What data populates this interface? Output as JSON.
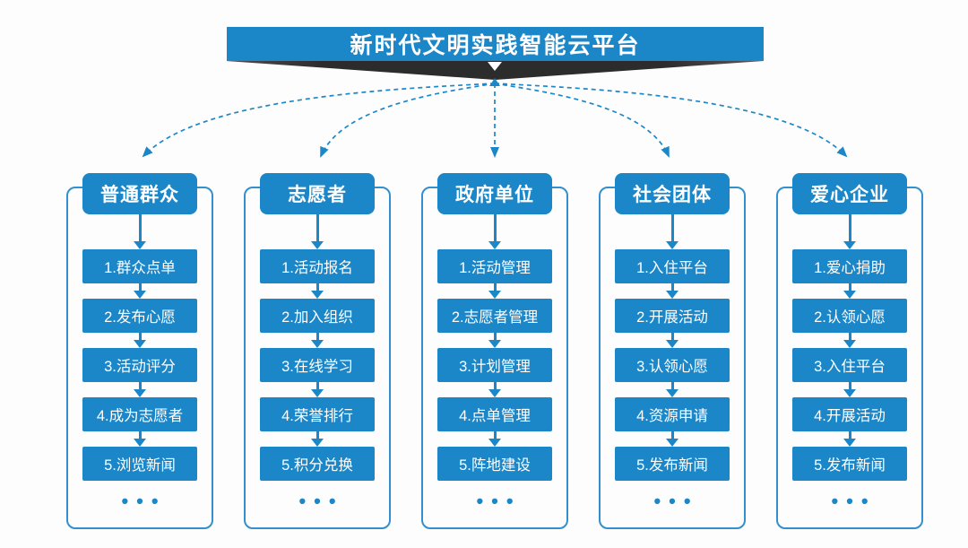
{
  "title": "新时代文明实践智能云平台",
  "ellipsis": "•••",
  "colors": {
    "primary": "#1b87c8",
    "panel_border": "#3390cc",
    "banner_dark": "#2c2c2c",
    "background": "#fdfdfd",
    "text_on_blue": "#ffffff"
  },
  "columns": [
    {
      "header": "普通群众",
      "steps": [
        "1.群众点单",
        "2.发布心愿",
        "3.活动评分",
        "4.成为志愿者",
        "5.浏览新闻"
      ]
    },
    {
      "header": "志愿者",
      "steps": [
        "1.活动报名",
        "2.加入组织",
        "3.在线学习",
        "4.荣誉排行",
        "5.积分兑换"
      ]
    },
    {
      "header": "政府单位",
      "steps": [
        "1.活动管理",
        "2.志愿者管理",
        "3.计划管理",
        "4.点单管理",
        "5.阵地建设"
      ]
    },
    {
      "header": "社会团体",
      "steps": [
        "1.入住平台",
        "2.开展活动",
        "3.认领心愿",
        "4.资源申请",
        "5.发布新闻"
      ]
    },
    {
      "header": "爱心企业",
      "steps": [
        "1.爱心捐助",
        "2.认领心愿",
        "3.入住平台",
        "4.开展活动",
        "5.发布新闻"
      ]
    }
  ]
}
